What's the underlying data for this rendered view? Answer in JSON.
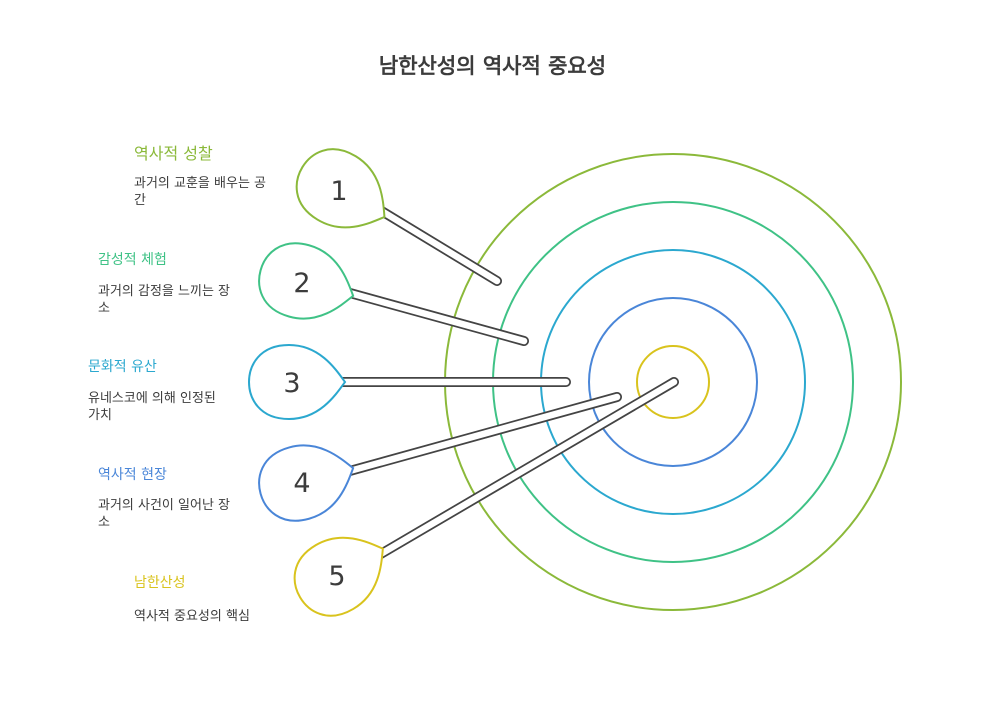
{
  "title": "남한산성의 역사적 중요성",
  "colors": {
    "ring1": "#8bb93a",
    "ring2": "#3fc286",
    "ring3": "#2ba8cf",
    "ring4": "#4a86d8",
    "ring5": "#d9c31d",
    "arrow": "#444444"
  },
  "items": [
    {
      "number": "1",
      "title": "역사적 성찰",
      "desc": "과거의 교훈을 배우는 공간",
      "color": "#8bb93a"
    },
    {
      "number": "2",
      "title": "감성적 체험",
      "desc": "과거의 감정을 느끼는 장소",
      "color": "#3fc286"
    },
    {
      "number": "3",
      "title": "문화적 유산",
      "desc": "유네스코에 의해 인정된 가치",
      "color": "#2ba8cf"
    },
    {
      "number": "4",
      "title": "역사적 현장",
      "desc": "과거의 사건이 일어난 장소",
      "color": "#4a86d8"
    },
    {
      "number": "5",
      "title": "남한산성",
      "desc": "역사적 중요성의 핵심",
      "color": "#d9c31d"
    }
  ]
}
